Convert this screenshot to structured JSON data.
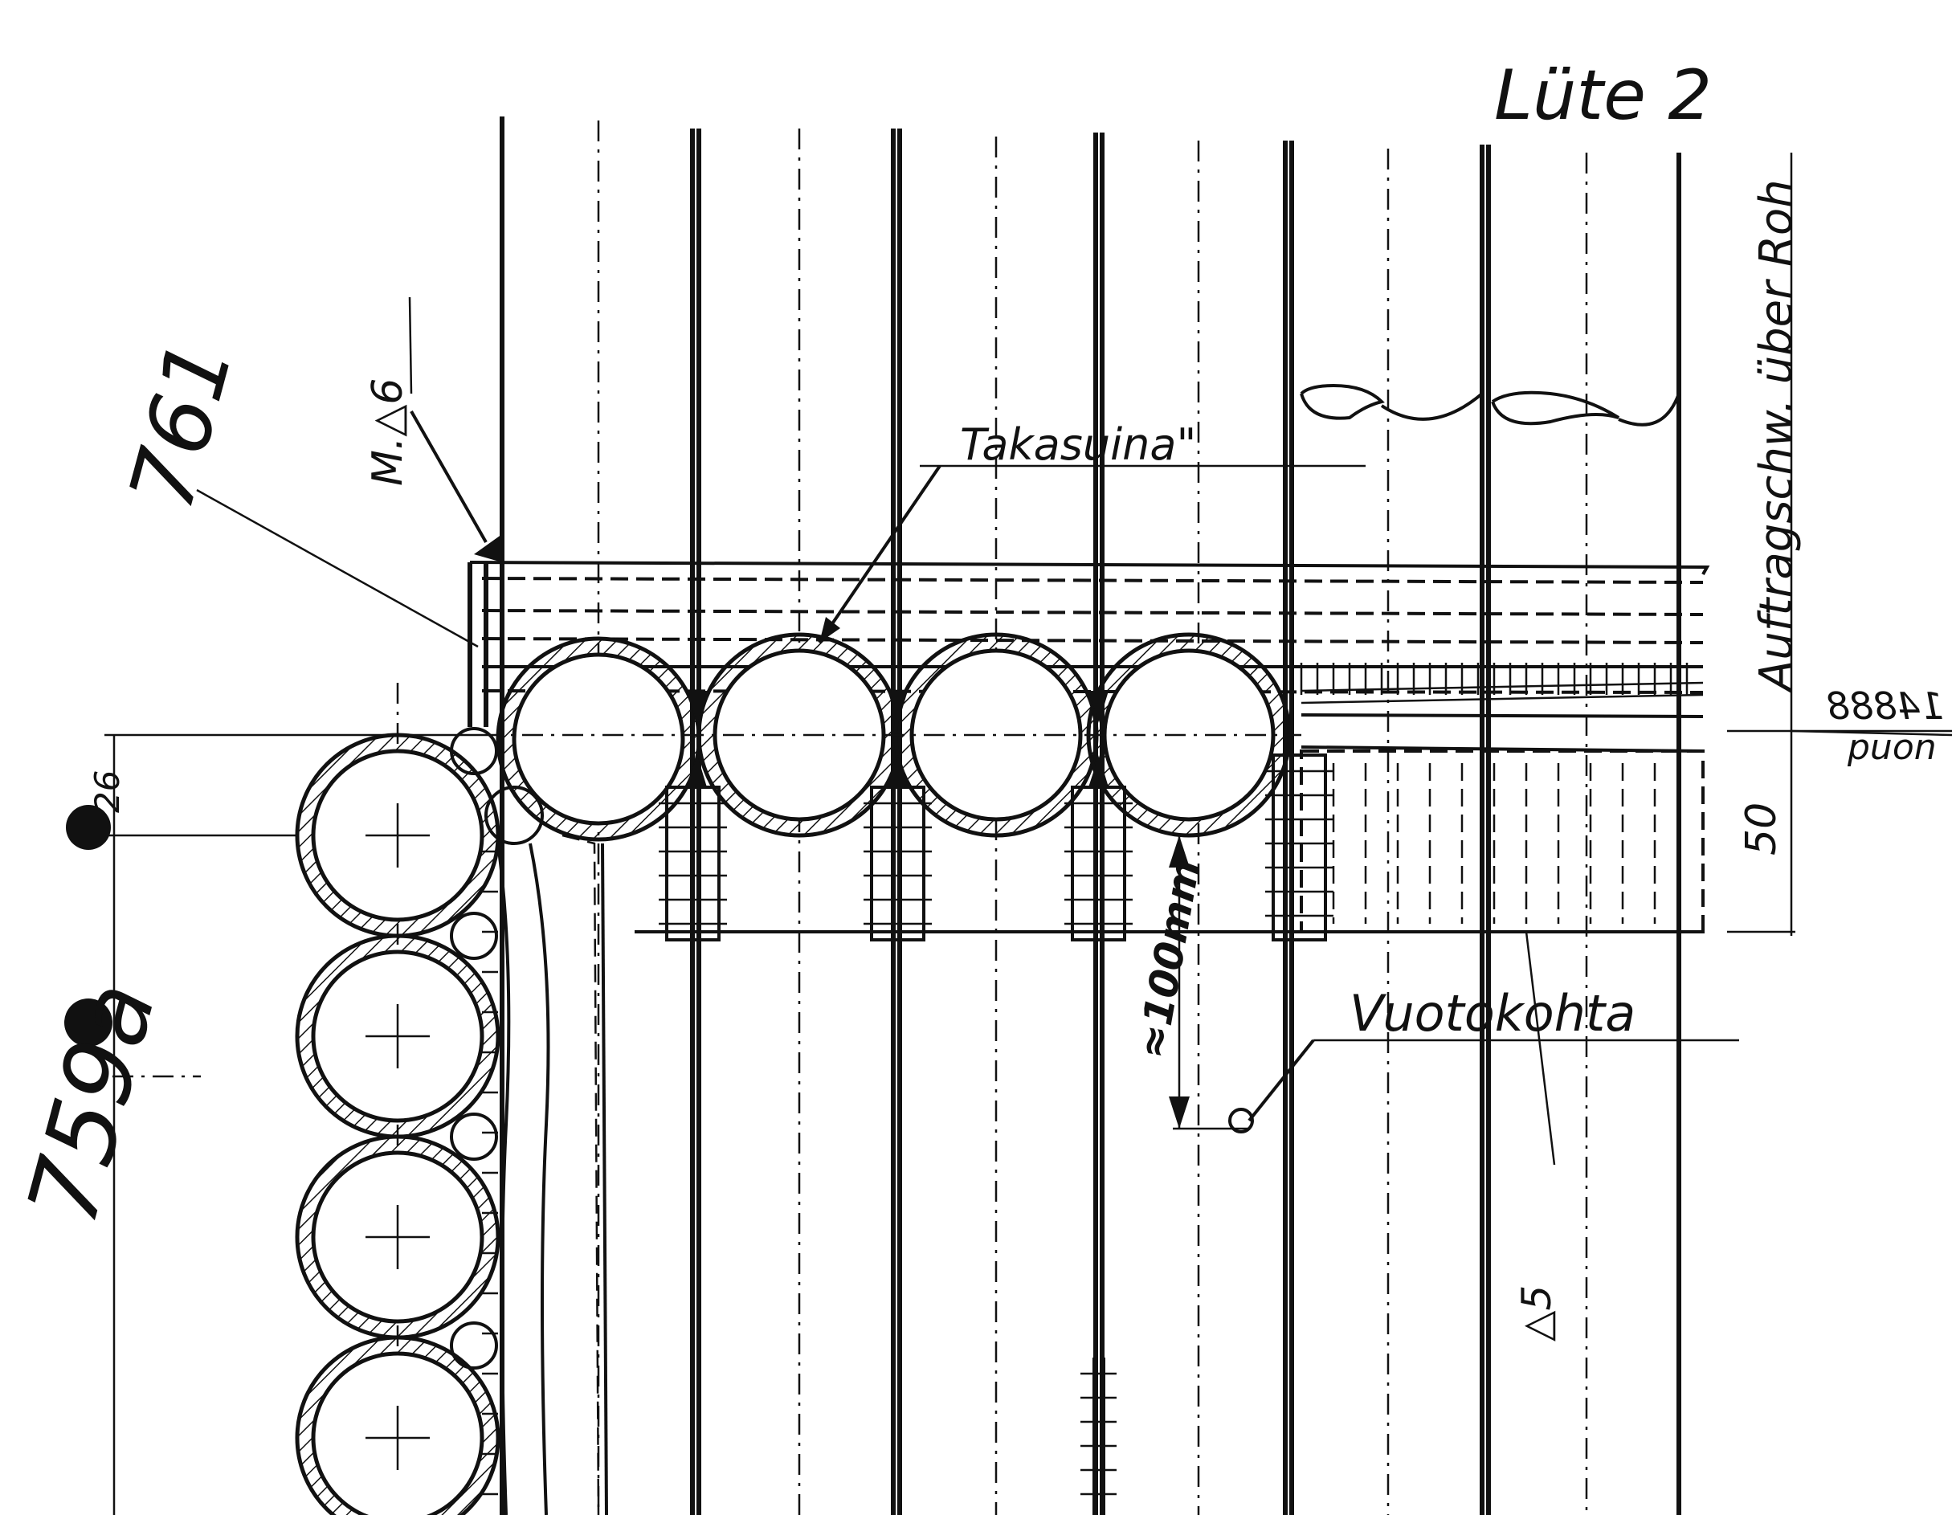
{
  "sheet_label": "Lüte 2",
  "labels": {
    "part_761": "761",
    "part_759a": "759a",
    "weld_m6": "M.△6",
    "takasuina": "Takasuina\"",
    "vuotokohta": "Vuotokohta",
    "dim_100mm": "≈100mm",
    "auftragschw": "Auftragschw. über Roh",
    "dim_50": "50",
    "dim_26": "26",
    "ref_14888": "14888",
    "ref_puon": "puon",
    "weld_5": "△5"
  },
  "colors": {
    "ink": "#111111",
    "paper": "#ffffff"
  }
}
